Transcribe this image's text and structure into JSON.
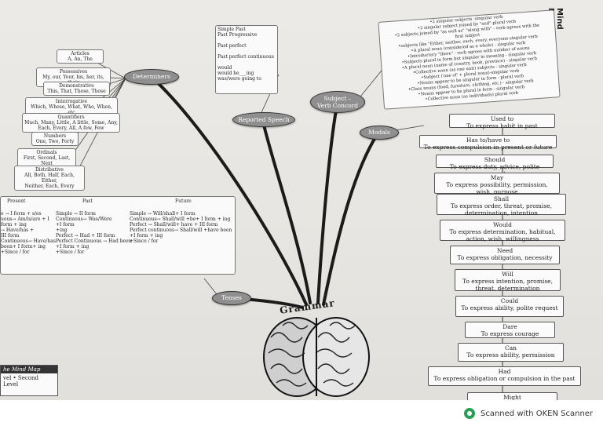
{
  "side_title": "Mind Maps",
  "center_title": "Grammar",
  "footer": {
    "text": "Scanned with OKEN Scanner"
  },
  "legend": {
    "title": "he Mind Map",
    "level": "vel  • Second Level"
  },
  "nodes": {
    "determiners": "Determiners",
    "reported_speech": "Reported Speech",
    "subject_verb": [
      "Subject –",
      "Verb Concord"
    ],
    "modals": "Modals",
    "tenses": "Tenses"
  },
  "determiner_boxes": [
    [
      "Articles",
      "A, An, The"
    ],
    [
      "Possessives",
      "My, our, Your, his, her, its, their"
    ],
    [
      "Demonstrative",
      "This, That, These, Those"
    ],
    [
      "Interrogative",
      "Which, Whose, What, Who, When, etc"
    ],
    [
      "Quantifiers",
      "Much, Many, Little, A little, Some, Any,",
      "Each, Every, All, A few, Few"
    ],
    [
      "Numbers",
      "One, Two, Forty"
    ],
    [
      "Ordinals",
      "First, Second, Last, Next"
    ],
    [
      "Distributive",
      "All, Both, Half, Each, Either,",
      "Neither, Each, Every"
    ]
  ],
  "reported_box": [
    "Simple Past",
    "Past Progressive",
    "",
    "Past perfect",
    "",
    "Past perfect continuous",
    "",
    "would",
    "would be___ing",
    "was/were going to"
  ],
  "concord_box": [
    "•2 singular subjects -singular verb",
    "•2 singular subject joined by \"and\"-plural verb",
    "•2 subjects joined by \"as well as\" \"along with\" - verb agrees with the",
    "first subject",
    "•subjects like \"Either, neither, each, every, everyone-singular verb",
    "•A plural noun (considered as a whole) - singular verb",
    "•Introductory \"there\" - verb agrees with number of nouns",
    "•Subjects plural in form but singular in meaning - singular verb",
    "•A plural noun (name of country, book, province) - singular verb",
    "•Collective noun (as one unit) subjects - singular verb",
    "•Subject ('one of' + plural noun)-singular verb",
    "•Nouns appear to be singular in form - plural verb",
    "•Class nouns (food, furniture, clothing, etc.) - singular verb",
    "•Nouns appear to be plural in form - singular verb",
    "•Collective noun (as individuals) plural verb"
  ],
  "modals": [
    [
      "Used to",
      "To express habit in past"
    ],
    [
      "Has to/have to",
      "To express compulsion in present or future"
    ],
    [
      "Should",
      "To express duty, advice, polite request"
    ],
    [
      "May",
      "To express possibility, permission,",
      "wish, purpose"
    ],
    [
      "Shall",
      "To express order, threat, promise,",
      "determination, intention"
    ],
    [
      "Would",
      "To express determination, habitual,",
      "action, wish, willingness"
    ],
    [
      "Need",
      "To express obligation, necessity"
    ],
    [
      "Will",
      "To express intention, promise,",
      "threat, determination"
    ],
    [
      "Could",
      "To express ability, polite request"
    ],
    [
      "Dare",
      "To express courage"
    ],
    [
      "Can",
      "To express ability, permission"
    ],
    [
      "Had",
      "To express obligation or compulsion in the past"
    ],
    [
      "Might",
      ""
    ]
  ],
  "tenses": {
    "headers": [
      "Present",
      "Past",
      "Future"
    ],
    "present": [
      "e    → I form + s/es",
      "uous→ Am/is/are + I",
      "    form + ing",
      "   → Have/has +",
      "   III form",
      "Continuous→ Have/has",
      "been+ I form+ ing",
      "        +Since / for"
    ],
    "past": [
      "Simple    → II form",
      "Continuous→ Was/Were",
      "             +I form",
      "             +ing",
      "Perfect    → Had + III form",
      "Perfect Continuous → Had been",
      "             +I form + ing",
      "             +Since / for"
    ],
    "future": [
      "Simple    → Will/shall+ I form",
      "Continuous→ Shall/will +be+ I form + ing",
      "Perfect    → Shall/will+ have + III form",
      "Perfect continuous→ Shall/will +have been",
      "                          +I form + ing",
      "                          +Since / for"
    ]
  }
}
